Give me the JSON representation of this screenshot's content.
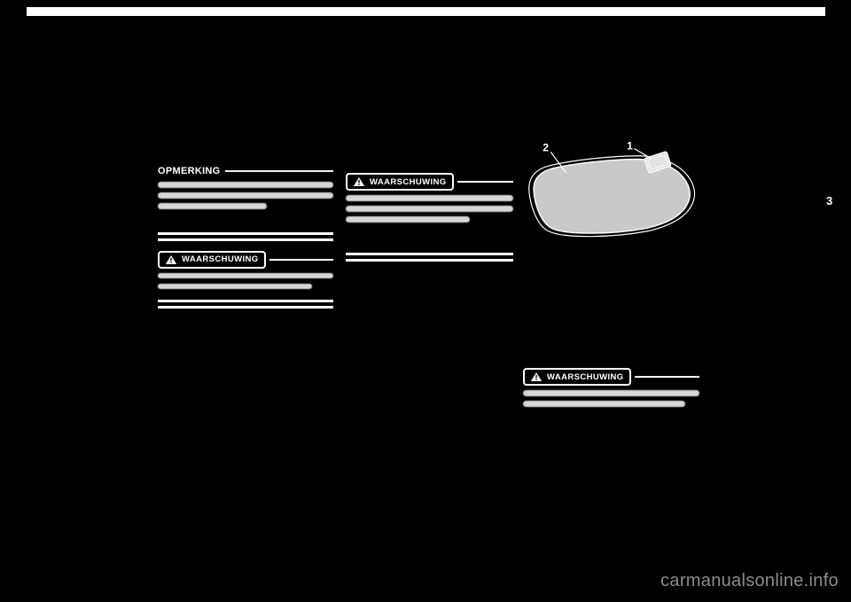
{
  "page": {
    "section_number": "3"
  },
  "watermark": {
    "text": "carmanualsonline.info"
  },
  "columns": {
    "left": {
      "note_label": "OPMERKING",
      "warning_label": "WAARSCHUWING"
    },
    "middle": {
      "warning_label": "WAARSCHUWING"
    },
    "right": {
      "warning_label": "WAARSCHUWING"
    }
  },
  "figure": {
    "description": "fuel-tank-side-view",
    "callouts": [
      {
        "number": "1"
      },
      {
        "number": "2"
      }
    ]
  },
  "colors": {
    "page_background": "#000000",
    "content": "#ffffff",
    "tank_fill": "#c9c9c9",
    "watermark": "#8c8c8c"
  }
}
